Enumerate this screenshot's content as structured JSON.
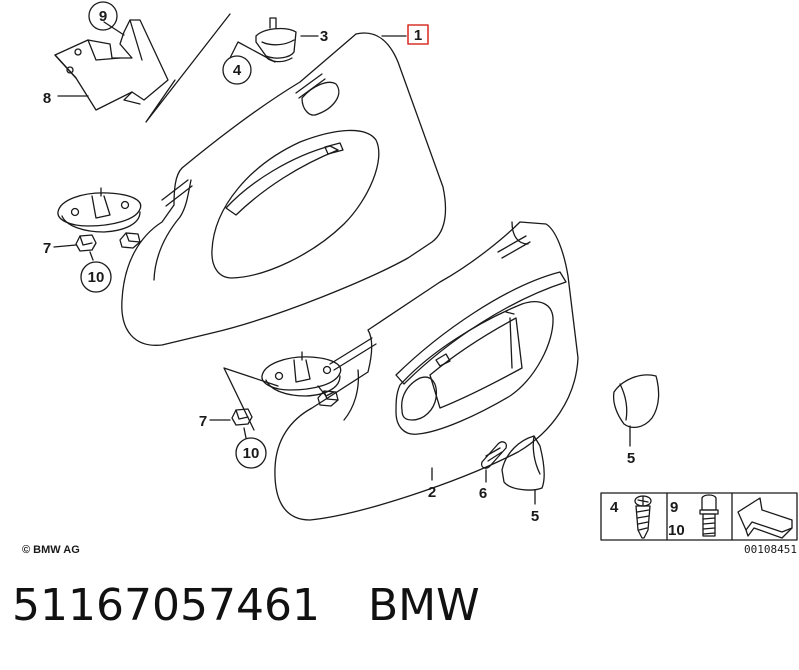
{
  "callouts": {
    "c1": "1",
    "c2": "2",
    "c3": "3",
    "c4": "4",
    "c5a": "5",
    "c5b": "5",
    "c6": "6",
    "c7a": "7",
    "c7b": "7",
    "c8": "8",
    "c9": "9",
    "c10a": "10",
    "c10b": "10"
  },
  "legend": {
    "k4": "4",
    "k9": "9",
    "k10": "10"
  },
  "copyright": "© BMW AG",
  "diagram_number": "00108451",
  "part_number": "51167057461",
  "brand": "BMW",
  "colors": {
    "highlight": "#d9342b",
    "ink": "#1a1a1a"
  }
}
